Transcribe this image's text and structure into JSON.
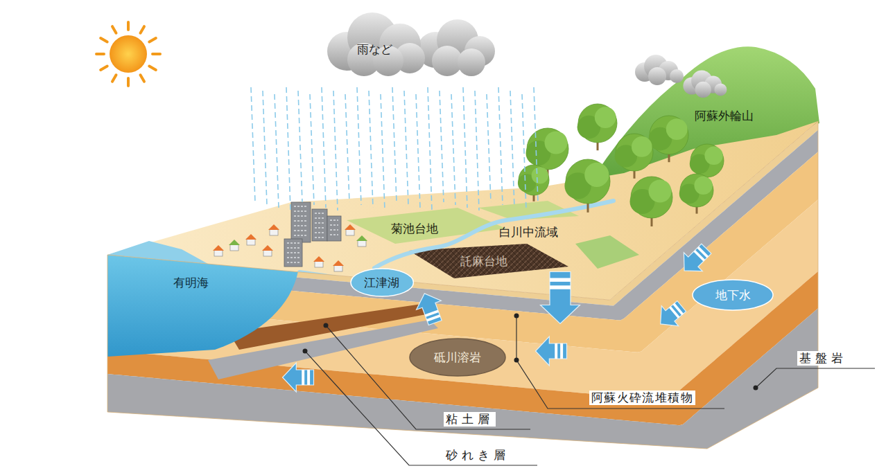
{
  "diagram": {
    "nodes": [
      {
        "text": [
          "雨など"
        ]
      },
      {
        "text": [
          "江津湖"
        ]
      },
      {
        "text": [
          "地下水"
        ]
      },
      {
        "text": [
          "砥川溶岩"
        ]
      }
    ],
    "labels": [
      "阿蘇外輪山",
      "菊池台地",
      "白川中流域",
      "有明海",
      "託麻台地",
      "粘土層",
      "砂れき層",
      "阿蘇火砕流堆積物",
      "基盤岩"
    ]
  }
}
